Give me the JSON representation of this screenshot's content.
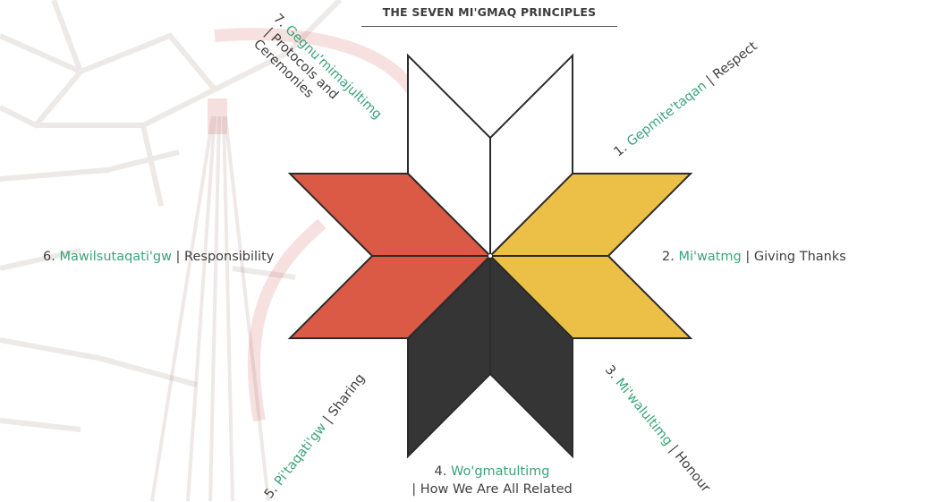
{
  "title": "THE SEVEN MI'GMAQ PRINCIPLES",
  "colors": {
    "green_text": "#3aa37a",
    "white_petal": "#ffffff",
    "yellow_petal": "#ecc046",
    "red_petal": "#db5a45",
    "black_petal": "#353535",
    "outline": "#2b2b2b"
  },
  "principles": [
    {
      "num": "1.",
      "migmaq": "Gepmite'taqan",
      "sep": " | ",
      "english": "Respect"
    },
    {
      "num": "2.",
      "migmaq": "Mi'watmg",
      "sep": " | ",
      "english": "Giving Thanks"
    },
    {
      "num": "3.",
      "migmaq": "Mi'walultimg",
      "sep": " | ",
      "english": "Honour"
    },
    {
      "num": "4.",
      "migmaq": "Wo'gmatultimg",
      "sep": "| ",
      "english": "How We Are All Related"
    },
    {
      "num": "5.",
      "migmaq": "Pi'taqati'gw",
      "sep": " | ",
      "english": "Sharing"
    },
    {
      "num": "6.",
      "migmaq": "Mawilsutaqati'gw",
      "sep": " | ",
      "english": "Responsibility"
    },
    {
      "num": "7.",
      "migmaq": "Gegnu'mimajultimg",
      "sep": "| ",
      "english": "Protocols and",
      "english2": "Ceremonies"
    }
  ]
}
